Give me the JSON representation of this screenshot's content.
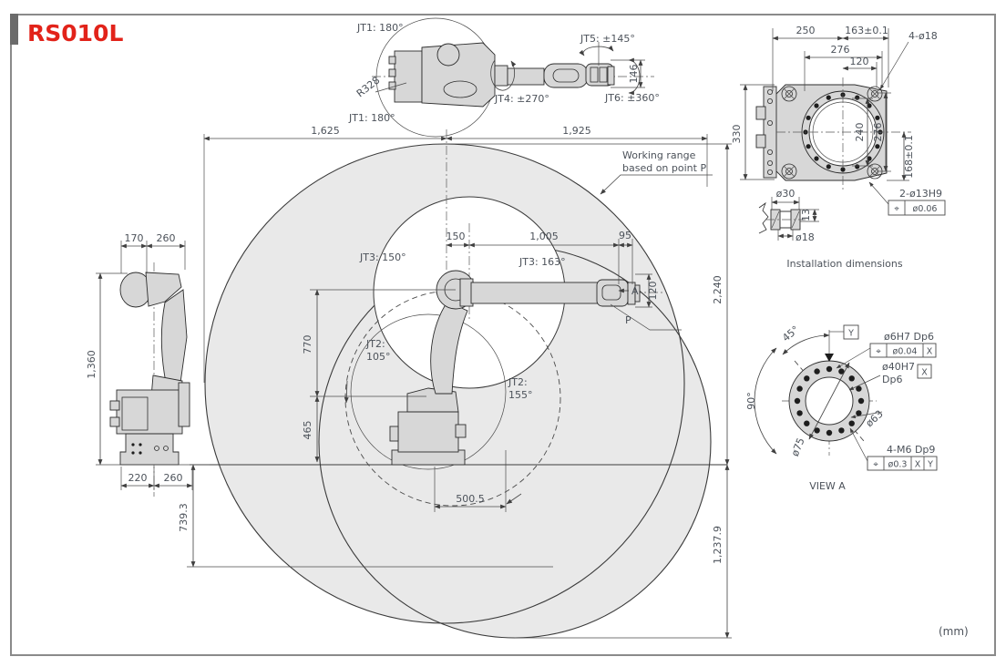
{
  "page": {
    "title": "RS010L",
    "units": "(mm)"
  },
  "top_view": {
    "jt1_top": "JT1: 180°",
    "jt1_bottom": "JT1: 180°",
    "r328": "R328",
    "jt4": "JT4: ±270°",
    "jt5": "JT5: ±145°",
    "jt6": "JT6: ±360°",
    "dim_146": "146"
  },
  "main_view": {
    "dim_1625": "1,625",
    "dim_1925": "1,925",
    "note_line1": "Working range",
    "note_line2": "based on point P",
    "jt3_150": "JT3: 150°",
    "jt3_163": "JT3: 163°",
    "jt2_a1": "JT2:",
    "jt2_a2": "105°",
    "jt2_b1": "JT2:",
    "jt2_b2": "155°",
    "dim_150": "150",
    "dim_1005": "1,005",
    "dim_95": "95",
    "dim_120": "120",
    "dim_770": "770",
    "dim_465": "465",
    "dim_739": "739.3",
    "dim_500": "500.5",
    "dim_2240": "2,240",
    "dim_1237": "1,237.9",
    "label_a": "A",
    "label_p": "P"
  },
  "side_view": {
    "dim_170": "170",
    "dim_260_top": "260",
    "dim_1360": "1,360",
    "dim_220": "220",
    "dim_260_bottom": "260"
  },
  "installation": {
    "caption": "Installation dimensions",
    "dim_250": "250",
    "dim_163": "163±0.1",
    "dim_276_top": "276",
    "dim_120": "120",
    "holes_top": "4-ø18",
    "dim_330": "330",
    "dim_240": "240",
    "dim_276_right": "276",
    "dim_168": "168±0.1",
    "dim_d30": "ø30",
    "dim_13": "13",
    "dim_d18": "ø18",
    "holes_bottom": "2-ø13H9",
    "fcf": {
      "symbol": "⌖",
      "tol": "ø0.06"
    }
  },
  "view_a": {
    "caption": "VIEW  A",
    "angle_45": "45°",
    "angle_90": "90°",
    "datum_y": "Y",
    "datum_x": "X",
    "label_d6": "ø6H7 Dp6",
    "fcf1": {
      "symbol": "⌖",
      "tol": "ø0.04",
      "datum": "X"
    },
    "label_d40_1": "ø40H7",
    "label_d40_2": "Dp6",
    "label_d63": "ø63",
    "label_d75": "ø75",
    "label_m6": "4-M6 Dp9",
    "fcf2": {
      "symbol": "⌖",
      "tol": "ø0.3",
      "datum1": "X",
      "datum2": "Y"
    }
  }
}
